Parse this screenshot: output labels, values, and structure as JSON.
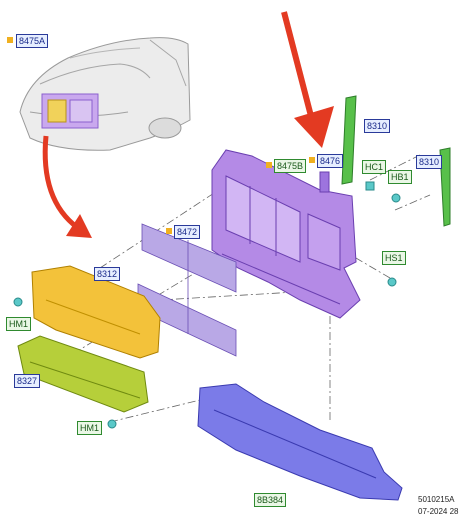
{
  "labels": {
    "l8475A": "8475A",
    "l8310a": "8310",
    "l8310b": "8310",
    "l8475B": "8475B",
    "l8476": "8476",
    "lHC1": "HC1",
    "lHB1": "HB1",
    "l8472": "8472",
    "l8312": "8312",
    "lHS1": "HS1",
    "lHM1a": "HM1",
    "l8327": "8327",
    "lHM1b": "HM1",
    "l8B384": "8B384"
  },
  "reference": {
    "code": "5010215A",
    "date": "07-2024 28"
  },
  "colors": {
    "support": "#b48ae6",
    "grille": "#a890d8",
    "upper_deflector": "#f3c23a",
    "lower_deflector": "#b6cf3a",
    "shield": "#7b7be8",
    "brackets": "#58c04a",
    "arrow": "#e33a22",
    "car": "#e9e9e9"
  }
}
